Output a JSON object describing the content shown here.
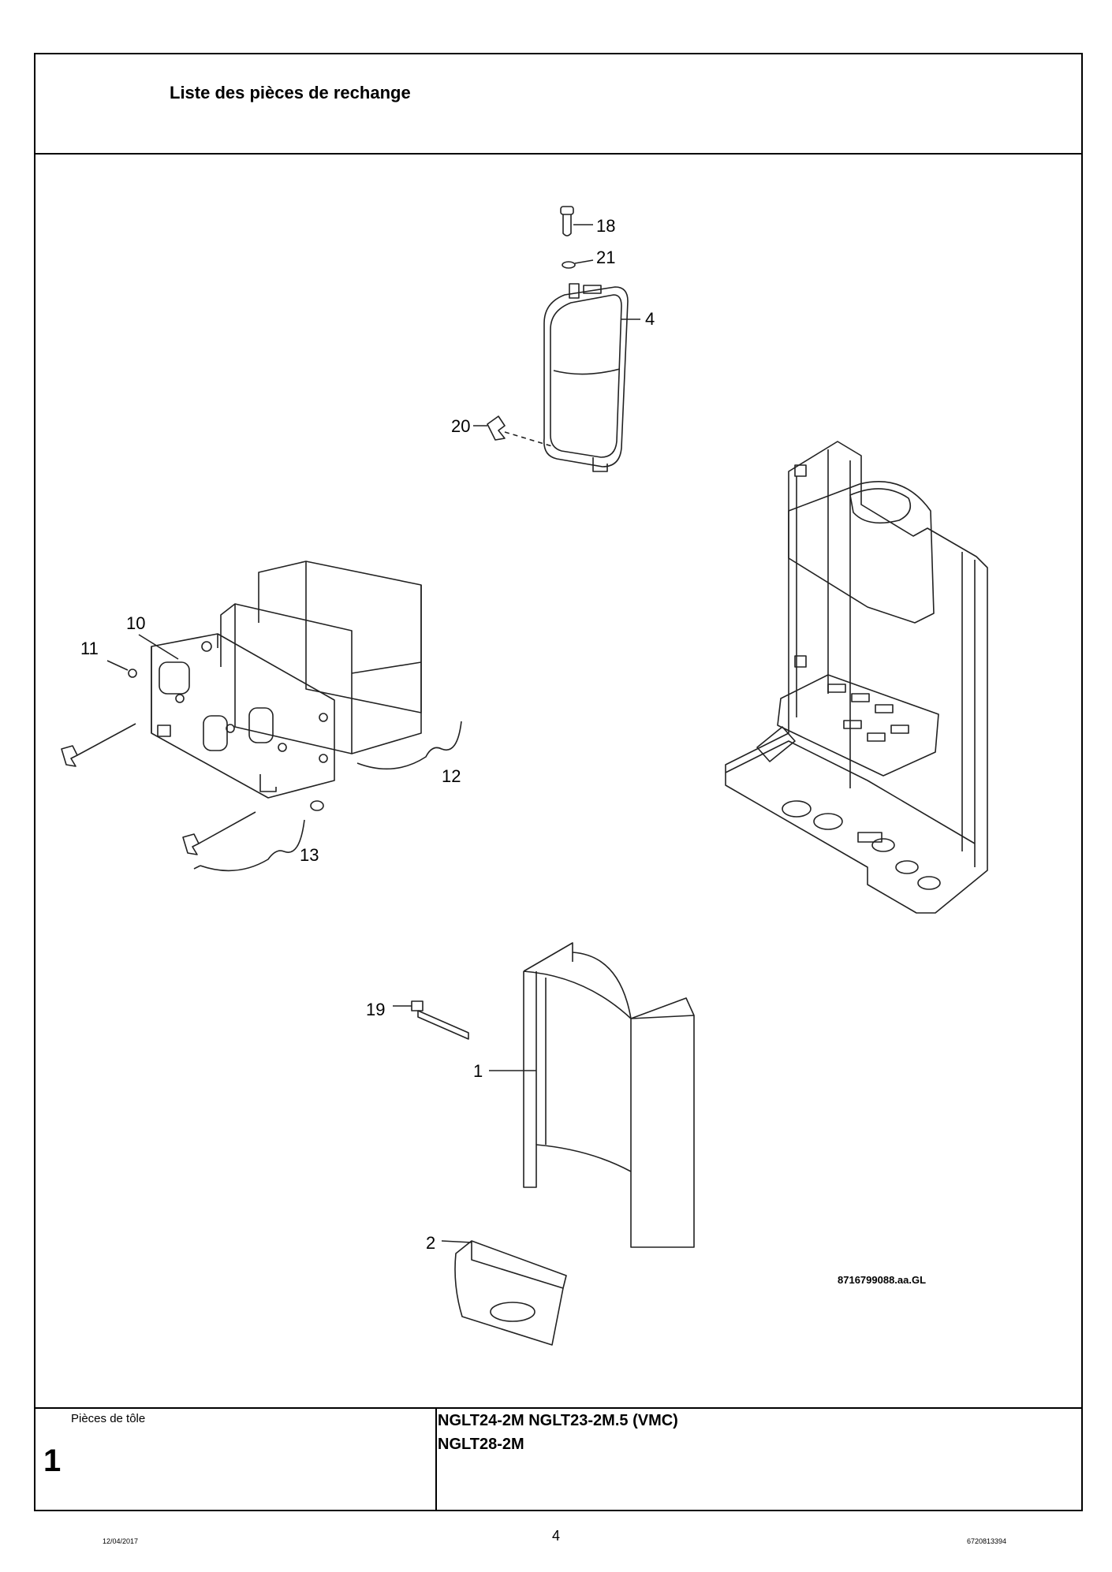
{
  "header": {
    "title": "Liste des pièces de rechange"
  },
  "drawing": {
    "callouts": [
      "18",
      "21",
      "4",
      "20",
      "10",
      "11",
      "12",
      "13",
      "19",
      "1",
      "2"
    ],
    "part_code": "8716799088.aa.GL"
  },
  "title_block": {
    "section_name": "Pièces de tôle",
    "section_number": "1",
    "models_line1": "NGLT24-2M NGLT23-2M.5 (VMC)",
    "models_line2": "NGLT28-2M"
  },
  "footer": {
    "date": "12/04/2017",
    "page_number": "4",
    "doc_number": "6720813394"
  }
}
